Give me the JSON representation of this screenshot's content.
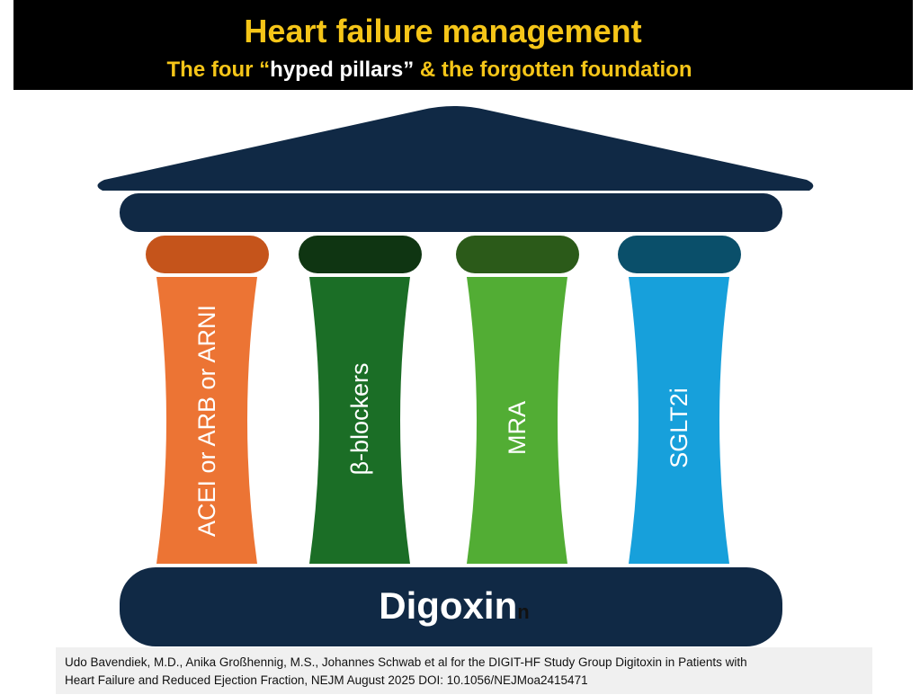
{
  "header": {
    "title": "Heart failure management",
    "subtitle_a": "The four “",
    "subtitle_b": "hyped pillars”",
    "subtitle_c": " &  the forgotten foundation"
  },
  "pillars": [
    {
      "label": "ACEI or ARB or ARNI",
      "cap_color": "#c5541b",
      "shaft_color": "#ec7434"
    },
    {
      "label": "β-blockers",
      "cap_color": "#0f3512",
      "shaft_color": "#1b6e26"
    },
    {
      "label": "MRA",
      "cap_color": "#2b5a19",
      "shaft_color": "#52ad34"
    },
    {
      "label": "SGLT2i",
      "cap_color": "#0a4f6a",
      "shaft_color": "#17a0db"
    }
  ],
  "structure_color": "#102945",
  "foundation": {
    "label": "Digoxin",
    "suffix": "n"
  },
  "citation": {
    "line1": "Udo Bavendiek, M.D., Anika Großhennig, M.S., Johannes Schwab  et al  for the DIGIT-HF Study Group Digitoxin in Patients with",
    "line2": "Heart Failure and Reduced Ejection Fraction, NEJM August  2025 DOI: 10.1056/NEJMoa2415471"
  }
}
